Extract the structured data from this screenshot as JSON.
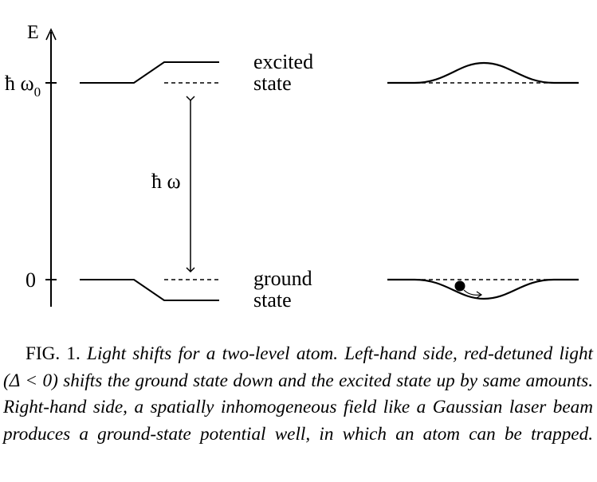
{
  "figure": {
    "axis_label_e": "E",
    "level_excited_hbar": "ħ ω",
    "level_excited_sub": "0",
    "level_ground": "0",
    "photon_label": "ħ ω",
    "excited_label_line1": "excited",
    "excited_label_line2": "state",
    "ground_label_line1": "ground",
    "ground_label_line2": "state"
  },
  "caption": {
    "label": "FIG. 1.",
    "text": "Light shifts for a two-level atom. Left-hand side, red-detuned light (Δ < 0) shifts the ground state down and the excited state up by same amounts. Right-hand side, a spatially inhomogeneous field like a Gaussian laser beam produces a ground-state potential well, in which an atom can be trapped."
  }
}
